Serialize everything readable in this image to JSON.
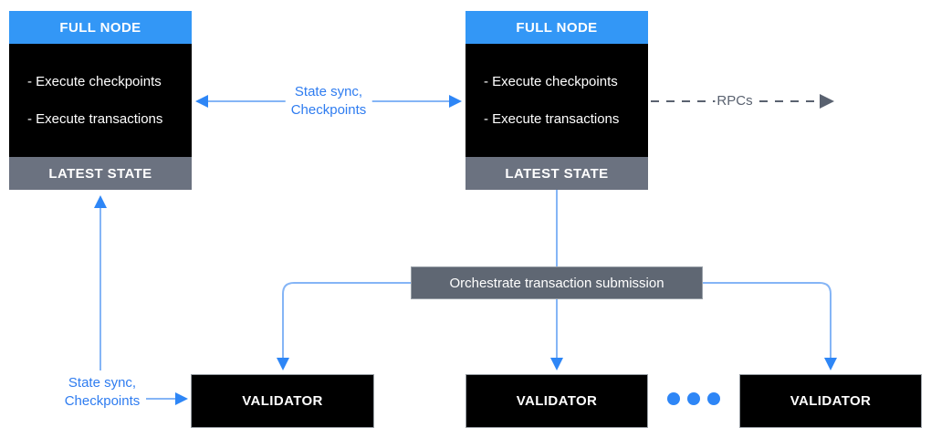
{
  "diagram": {
    "title_hint": "full-node / validator topology diagram",
    "colors": {
      "header_blue": "#3397f6",
      "node_black": "#000000",
      "state_gray": "#6b7280",
      "orchestrator_gray": "#5f6773",
      "wire_light_blue": "#85b5f6",
      "arrowhead_blue": "#2e86f6",
      "label_blue": "#2e7cf0",
      "rpc_gray": "#5a6270",
      "text_white": "#ffffff"
    }
  },
  "nodes": {
    "full_node_left": {
      "header": "FULL NODE",
      "items": [
        "- Execute checkpoints",
        "- Execute transactions"
      ],
      "footer": "LATEST STATE"
    },
    "full_node_right": {
      "header": "FULL NODE",
      "items": [
        "- Execute checkpoints",
        "- Execute transactions"
      ],
      "footer": "LATEST STATE"
    },
    "orchestrator": {
      "label": "Orchestrate transaction submission"
    },
    "validators": [
      {
        "label": "VALIDATOR"
      },
      {
        "label": "VALIDATOR"
      },
      {
        "label": "VALIDATOR"
      }
    ]
  },
  "edges": {
    "state_sync_top": {
      "line1": "State sync,",
      "line2": "Checkpoints"
    },
    "rpcs": {
      "label": "RPCs"
    },
    "state_sync_bottom": {
      "line1": "State sync,",
      "line2": "Checkpoints"
    }
  }
}
